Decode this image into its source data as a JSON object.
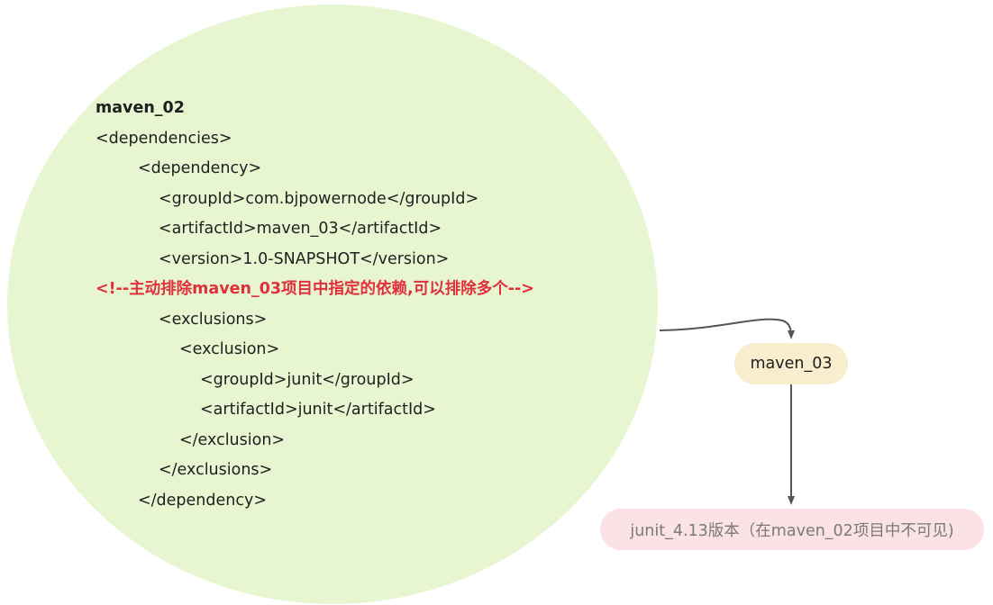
{
  "diagram": {
    "colors": {
      "circle_fill": "#e7f6d1",
      "maven03_fill": "#f8edcc",
      "junit_fill": "#fbe2e4",
      "comment_text": "#e0303c",
      "edge": "#555555"
    },
    "code": {
      "title": "maven_02",
      "lines": [
        "<dependencies>",
        "<dependency>",
        "<groupId>com.bjpowernode</groupId>",
        "<artifactId>maven_03</artifactId>",
        "<version>1.0-SNAPSHOT</version>",
        "<!--主动排除maven_03项目中指定的依赖,可以排除多个-->",
        "<exclusions>",
        "<exclusion>",
        "<groupId>junit</groupId>",
        "<artifactId>junit</artifactId>",
        "</exclusion>",
        "</exclusions>",
        "</dependency>"
      ]
    },
    "nodes": {
      "maven03": "maven_03",
      "junit": "junit_4.13版本（在maven_02项目中不可见)"
    }
  }
}
